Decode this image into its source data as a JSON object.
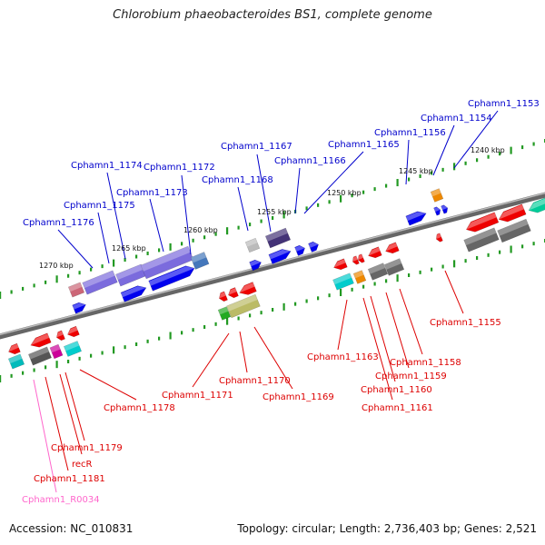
{
  "title": "Chlorobium phaeobacteroides BS1, complete genome",
  "footer": {
    "accession": "Accession: NC_010831",
    "topology": "Topology: circular; Length: 2,736,403 bp; Genes: 2,521"
  },
  "colors": {
    "forward_label": "#0000cc",
    "reverse_label": "#dd0000",
    "rna_label": "#ff66cc",
    "backbone": "#888888",
    "tick": "#229922"
  },
  "scale_labels": [
    "1240 kbp",
    "1245 kbp",
    "1250 kbp",
    "1255 kbp",
    "1260 kbp",
    "1265 kbp",
    "1270 kbp"
  ],
  "forward_genes": [
    "Cphamn1_1153",
    "Cphamn1_1154",
    "Cphamn1_1156",
    "Cphamn1_1165",
    "Cphamn1_1166",
    "Cphamn1_1167",
    "Cphamn1_1168",
    "Cphamn1_1172",
    "Cphamn1_1173",
    "Cphamn1_1174",
    "Cphamn1_1175",
    "Cphamn1_1176"
  ],
  "reverse_genes": [
    "Cphamn1_1155",
    "Cphamn1_1158",
    "Cphamn1_1159",
    "Cphamn1_1160",
    "Cphamn1_1161",
    "Cphamn1_1163",
    "Cphamn1_1169",
    "Cphamn1_1170",
    "Cphamn1_1171",
    "Cphamn1_1178",
    "Cphamn1_1179",
    "recR",
    "Cphamn1_1181"
  ],
  "rna_genes": [
    "Cphamn1_R0034"
  ]
}
